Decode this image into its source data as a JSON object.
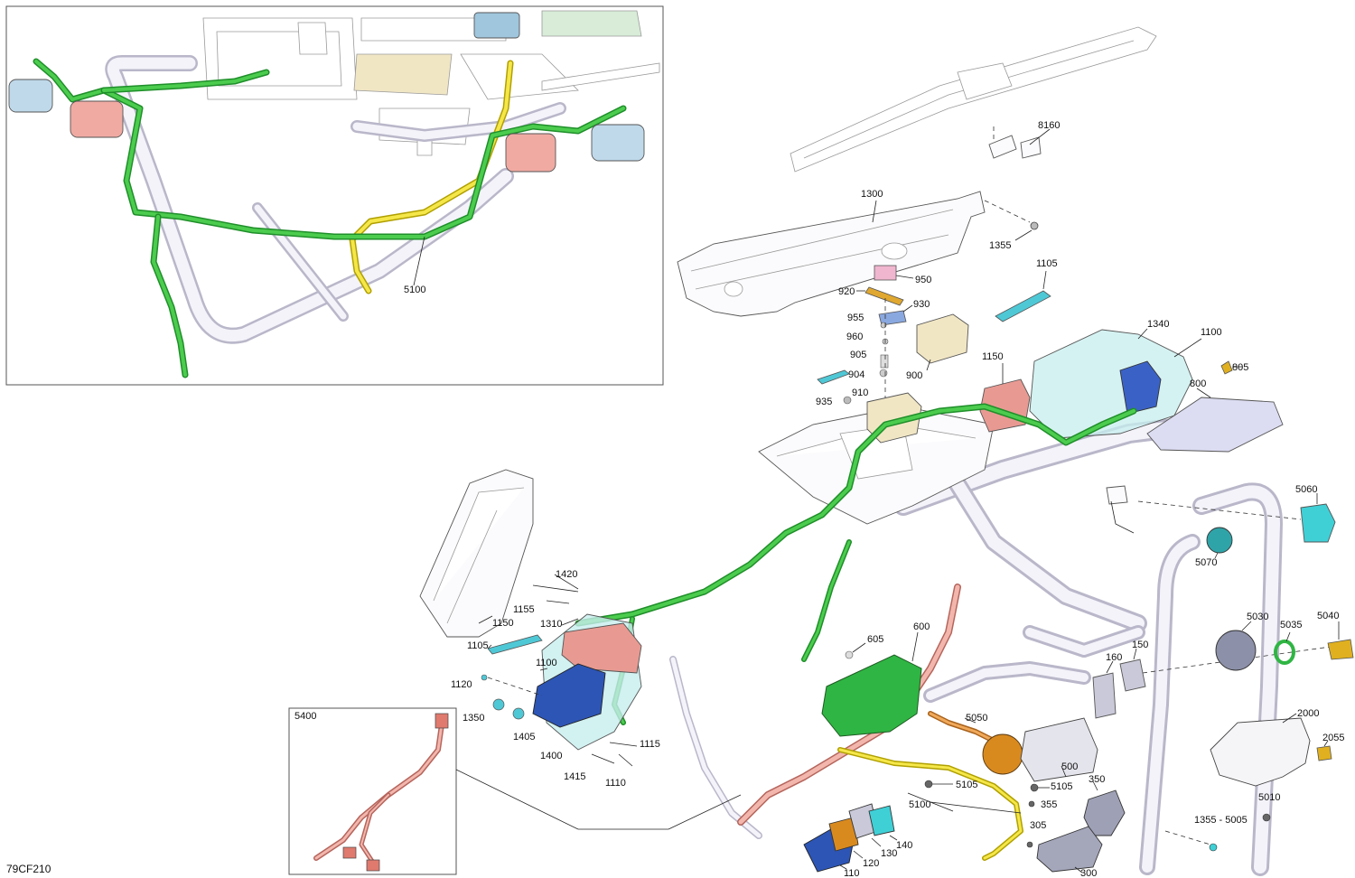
{
  "figure_code": "79CF210",
  "detail_box_label": "5400",
  "colors": {
    "harness_green": "#4ccc4e",
    "harness_yellow": "#f5e64a",
    "harness_pink": "#f2b6ad",
    "frame_tube": "#e8e6f2",
    "connector_blue": "#2d55b5",
    "connector_red": "#e89a92",
    "connector_cyan": "#3fd0d6",
    "fuse_box": "#f1e6c4",
    "dash_green": "#2fb543",
    "speaker_orange": "#d98a1f"
  },
  "callouts": [
    {
      "id": "c-5100-top",
      "text": "5100"
    },
    {
      "id": "c-8160",
      "text": "8160"
    },
    {
      "id": "c-1300",
      "text": "1300"
    },
    {
      "id": "c-1355a",
      "text": "1355"
    },
    {
      "id": "c-950",
      "text": "950"
    },
    {
      "id": "c-920",
      "text": "920"
    },
    {
      "id": "c-930",
      "text": "930"
    },
    {
      "id": "c-955",
      "text": "955"
    },
    {
      "id": "c-960",
      "text": "960"
    },
    {
      "id": "c-905",
      "text": "905"
    },
    {
      "id": "c-900",
      "text": "900"
    },
    {
      "id": "c-904",
      "text": "904"
    },
    {
      "id": "c-910",
      "text": "910"
    },
    {
      "id": "c-935",
      "text": "935"
    },
    {
      "id": "c-1105a",
      "text": "1105"
    },
    {
      "id": "c-1340",
      "text": "1340"
    },
    {
      "id": "c-1100a",
      "text": "1100"
    },
    {
      "id": "c-1150a",
      "text": "1150"
    },
    {
      "id": "c-805",
      "text": "805"
    },
    {
      "id": "c-800",
      "text": "800"
    },
    {
      "id": "c-5060",
      "text": "5060"
    },
    {
      "id": "c-5070",
      "text": "5070"
    },
    {
      "id": "c-1420",
      "text": "1420"
    },
    {
      "id": "c-1155",
      "text": "1155"
    },
    {
      "id": "c-1150b",
      "text": "1150"
    },
    {
      "id": "c-1310",
      "text": "1310"
    },
    {
      "id": "c-1105b",
      "text": "1105"
    },
    {
      "id": "c-1100b",
      "text": "1100"
    },
    {
      "id": "c-1120",
      "text": "1120"
    },
    {
      "id": "c-1350",
      "text": "1350"
    },
    {
      "id": "c-1405",
      "text": "1405"
    },
    {
      "id": "c-1400",
      "text": "1400"
    },
    {
      "id": "c-1115",
      "text": "1115"
    },
    {
      "id": "c-1415",
      "text": "1415"
    },
    {
      "id": "c-1110",
      "text": "1110"
    },
    {
      "id": "c-605",
      "text": "605"
    },
    {
      "id": "c-600",
      "text": "600"
    },
    {
      "id": "c-160",
      "text": "160"
    },
    {
      "id": "c-150",
      "text": "150"
    },
    {
      "id": "c-5030",
      "text": "5030"
    },
    {
      "id": "c-5035",
      "text": "5035"
    },
    {
      "id": "c-5040",
      "text": "5040"
    },
    {
      "id": "c-5050",
      "text": "5050"
    },
    {
      "id": "c-500",
      "text": "500"
    },
    {
      "id": "c-2000",
      "text": "2000"
    },
    {
      "id": "c-2055",
      "text": "2055"
    },
    {
      "id": "c-5105a",
      "text": "5105"
    },
    {
      "id": "c-5105b",
      "text": "5105"
    },
    {
      "id": "c-355",
      "text": "355"
    },
    {
      "id": "c-350",
      "text": "350"
    },
    {
      "id": "c-5100-bot",
      "text": "5100"
    },
    {
      "id": "c-305",
      "text": "305"
    },
    {
      "id": "c-300",
      "text": "300"
    },
    {
      "id": "c-5010",
      "text": "5010"
    },
    {
      "id": "c-1355-5005",
      "text": "1355 - 5005"
    },
    {
      "id": "c-140",
      "text": "140"
    },
    {
      "id": "c-130",
      "text": "130"
    },
    {
      "id": "c-120",
      "text": "120"
    },
    {
      "id": "c-110",
      "text": "110"
    }
  ]
}
